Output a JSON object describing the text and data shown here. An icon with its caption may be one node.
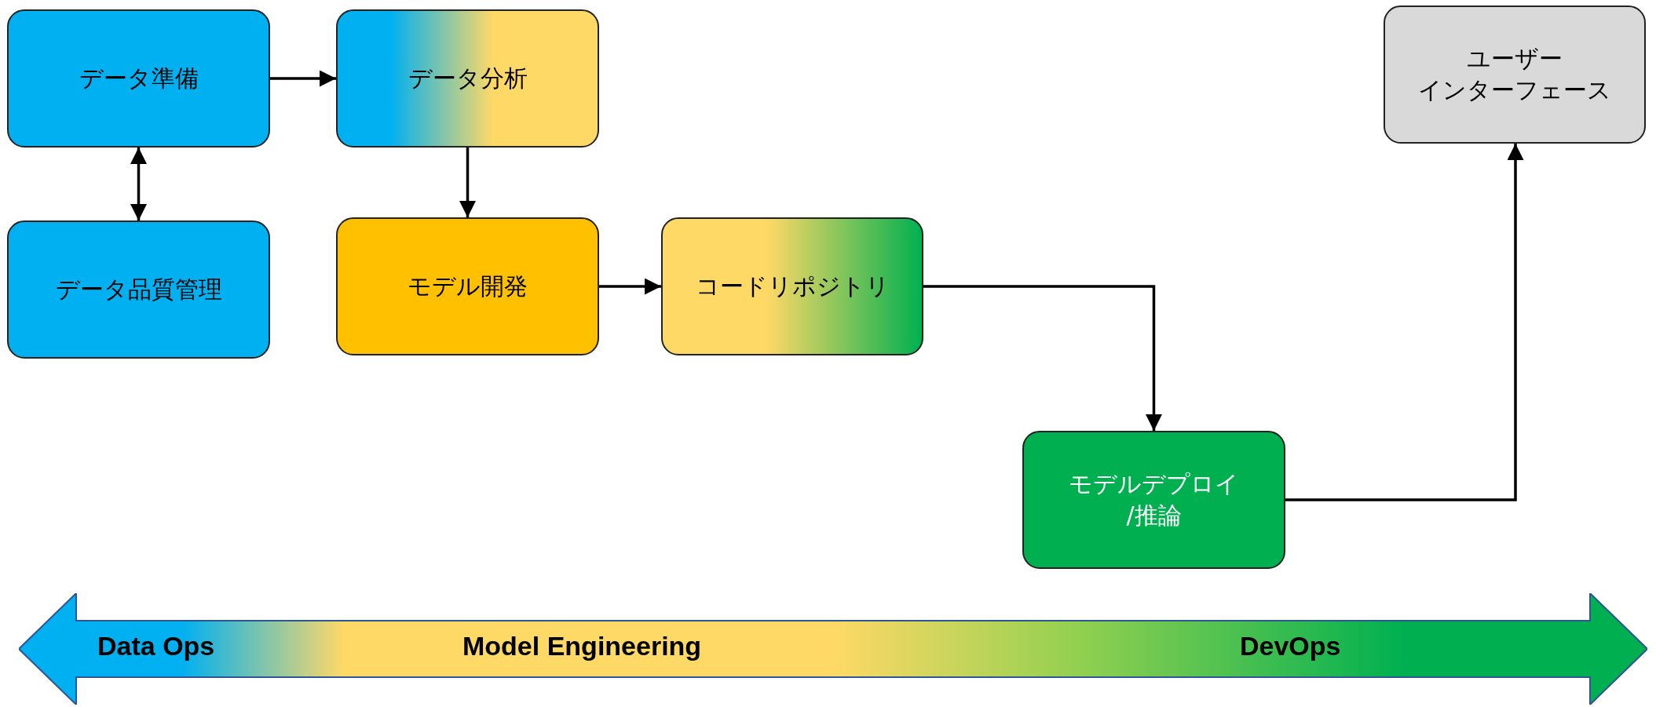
{
  "diagram": {
    "nodes": [
      {
        "text": [
          "データ準備"
        ]
      },
      {
        "text": [
          "データ分析"
        ]
      },
      {
        "text": [
          "データ品質管理"
        ]
      },
      {
        "text": [
          "モデル開発"
        ]
      },
      {
        "text": [
          "コードリポジトリ"
        ]
      },
      {
        "text": [
          "モデルデプロイ/推論"
        ]
      },
      {
        "text": [
          "ユーザーインターフェース"
        ]
      },
      {
        "text": [
          "Data Ops",
          "Model Engineering",
          "DevOps"
        ]
      }
    ],
    "edges": [
      {
        "from": 0,
        "to": 1,
        "arrow": "to"
      },
      {
        "from": 0,
        "to": 2,
        "arrow": "both"
      },
      {
        "from": 1,
        "to": 3,
        "arrow": "to"
      },
      {
        "from": 3,
        "to": 4,
        "arrow": "to"
      },
      {
        "from": 4,
        "to": 5,
        "arrow": "to"
      },
      {
        "from": 5,
        "to": 6,
        "arrow": "to"
      }
    ]
  }
}
